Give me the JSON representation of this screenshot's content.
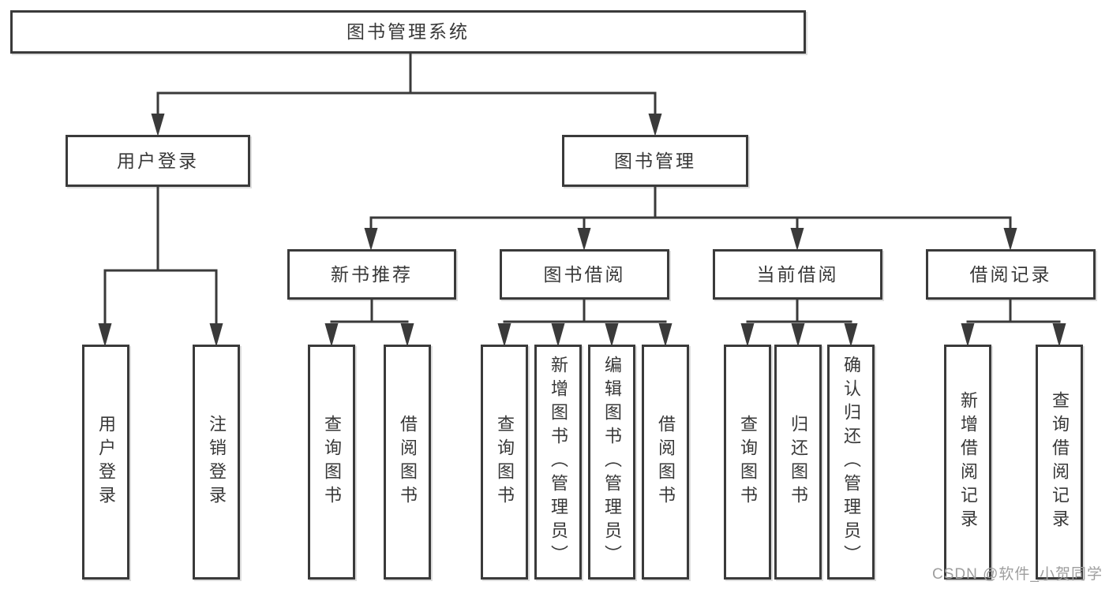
{
  "diagram": {
    "type": "hierarchy-tree",
    "root": {
      "label": "图书管理系统"
    },
    "user_login_branch": {
      "label": "用户登录",
      "children": [
        {
          "label": "用户登录"
        },
        {
          "label": "注销登录"
        }
      ]
    },
    "book_mgmt_branch": {
      "label": "图书管理",
      "children": [
        {
          "label": "新书推荐",
          "children": [
            {
              "label": "查询图书"
            },
            {
              "label": "借阅图书"
            }
          ]
        },
        {
          "label": "图书借阅",
          "children": [
            {
              "label": "查询图书"
            },
            {
              "label": "新增图书（管理员）"
            },
            {
              "label": "编辑图书（管理员）"
            },
            {
              "label": "借阅图书"
            }
          ]
        },
        {
          "label": "当前借阅",
          "children": [
            {
              "label": "查询图书"
            },
            {
              "label": "归还图书"
            },
            {
              "label": "确认归还（管理员）"
            }
          ]
        },
        {
          "label": "借阅记录",
          "children": [
            {
              "label": "新增借阅记录"
            },
            {
              "label": "查询借阅记录"
            }
          ]
        }
      ]
    },
    "watermark": "CSDN @软件_小贺同学",
    "colors": {
      "line": "#3a3a3a",
      "text": "#383838",
      "watermark": "#9e9e9e",
      "background": "#ffffff"
    }
  }
}
